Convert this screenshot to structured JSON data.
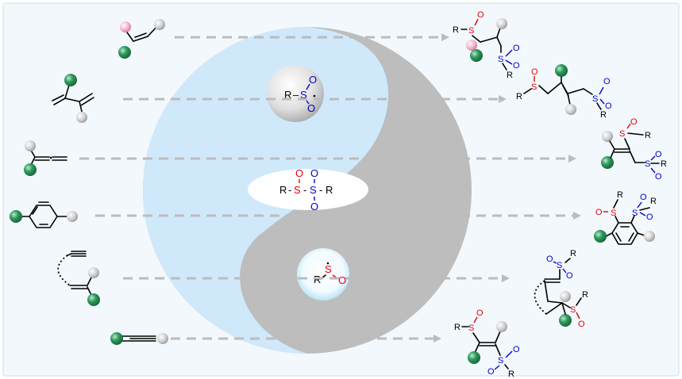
{
  "colors": {
    "panel_bg": "#f2f8fc",
    "panel_border": "#dde8ee",
    "yin_light": "#cfe9fb",
    "yang_gray": "#bdbdbd",
    "arrow": "#bcbcbc",
    "green_ball": "#2e9b5d",
    "gray_ball": "#d6d6d6",
    "pink_ball": "#f5b8d2",
    "sulfinyl_red": "#e8000b",
    "sulfonyl_blue": "#0000d0"
  },
  "center": {
    "sulfonyl_radical": {
      "r": "R",
      "dash": "–",
      "s": "S",
      "o": "O"
    },
    "thiosulfonate": {
      "r1": "R",
      "dash1": "-",
      "s1": "S",
      "dash2": "-",
      "s2": "S",
      "dash3": "-",
      "r2": "R",
      "o": "O"
    },
    "sulfinyl_radical": {
      "r": "R",
      "s": "S",
      "o": "O"
    }
  },
  "products": {
    "p1": {
      "r_top": "R",
      "s_top": "S",
      "o_top": "O",
      "s_bot": "S",
      "o_bot": "O",
      "r_bot": "R"
    },
    "p2": {
      "r_left": "R",
      "s_left": "S",
      "o_left": "O",
      "s_right": "S",
      "o_right": "O",
      "r_right": "R"
    },
    "p3": {
      "s_top": "S",
      "o_top": "O",
      "r_top": "R",
      "s_bot": "S",
      "o_bot": "O",
      "r_bot": "R"
    },
    "p4": {
      "r_left": "R",
      "o_left": "O",
      "s_left": "S",
      "s_right": "S",
      "o_right": "O",
      "r_right": "R"
    },
    "p5": {
      "r_top": "R",
      "s_top": "S",
      "o_top": "O",
      "r_bot": "R",
      "s_bot": "S",
      "o_bot": "O"
    },
    "p6": {
      "r_top": "R",
      "s_top": "S",
      "o_top": "O",
      "s_bot": "S",
      "o_bot": "O",
      "r_bot": "R"
    }
  }
}
